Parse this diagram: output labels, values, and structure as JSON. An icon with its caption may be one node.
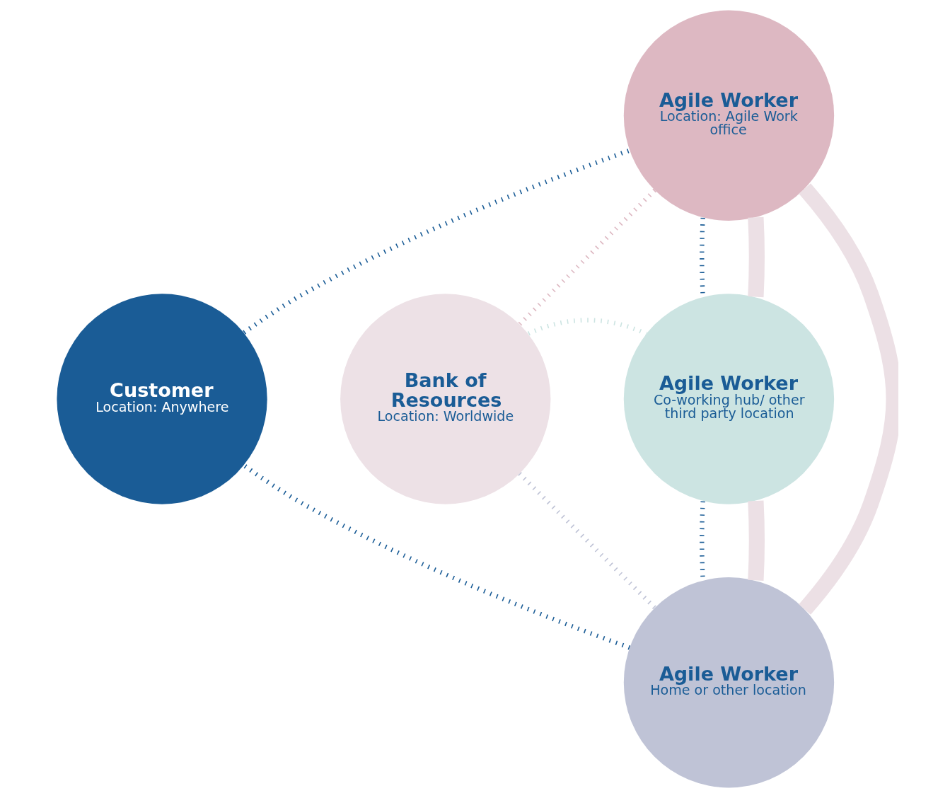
{
  "diagram": {
    "nodes": [
      {
        "text": [
          "Agile Worker",
          "Location: Agile Work office"
        ]
      },
      {
        "text": [
          "Customer",
          "Location: Anywhere"
        ]
      },
      {
        "text": [
          "Bank of Resources",
          "Location: Worldwide"
        ]
      },
      {
        "text": [
          "Agile Worker",
          "Co-working hub/ other third party location"
        ]
      },
      {
        "text": [
          "Agile Worker",
          "Home or other location"
        ]
      }
    ],
    "edges": [
      {
        "from": 1,
        "to": 0,
        "arrow": "none",
        "style": "dashed",
        "color": "#1a5c96"
      },
      {
        "from": 0,
        "to": 3,
        "arrow": "none",
        "style": "dashed",
        "color": "#1a5c96"
      },
      {
        "from": 3,
        "to": 4,
        "arrow": "none",
        "style": "dashed",
        "color": "#1a5c96"
      },
      {
        "from": 4,
        "to": 1,
        "arrow": "none",
        "style": "dashed",
        "color": "#1a5c96"
      },
      {
        "from": 0,
        "to": 3,
        "arrow": "none",
        "style": "thick",
        "color": "#ece0e5"
      },
      {
        "from": 3,
        "to": 4,
        "arrow": "none",
        "style": "thick",
        "color": "#ece0e5"
      },
      {
        "from": 4,
        "to": 0,
        "arrow": "none",
        "style": "thick",
        "color": "#ece0e5"
      },
      {
        "from": 0,
        "to": 2,
        "arrow": "none",
        "style": "dashed",
        "color": "#ddb8c2"
      },
      {
        "from": 2,
        "to": 3,
        "arrow": "none",
        "style": "dashed",
        "color": "#cce4e2"
      },
      {
        "from": 2,
        "to": 4,
        "arrow": "none",
        "style": "dashed",
        "color": "#bfc3d6"
      }
    ]
  }
}
